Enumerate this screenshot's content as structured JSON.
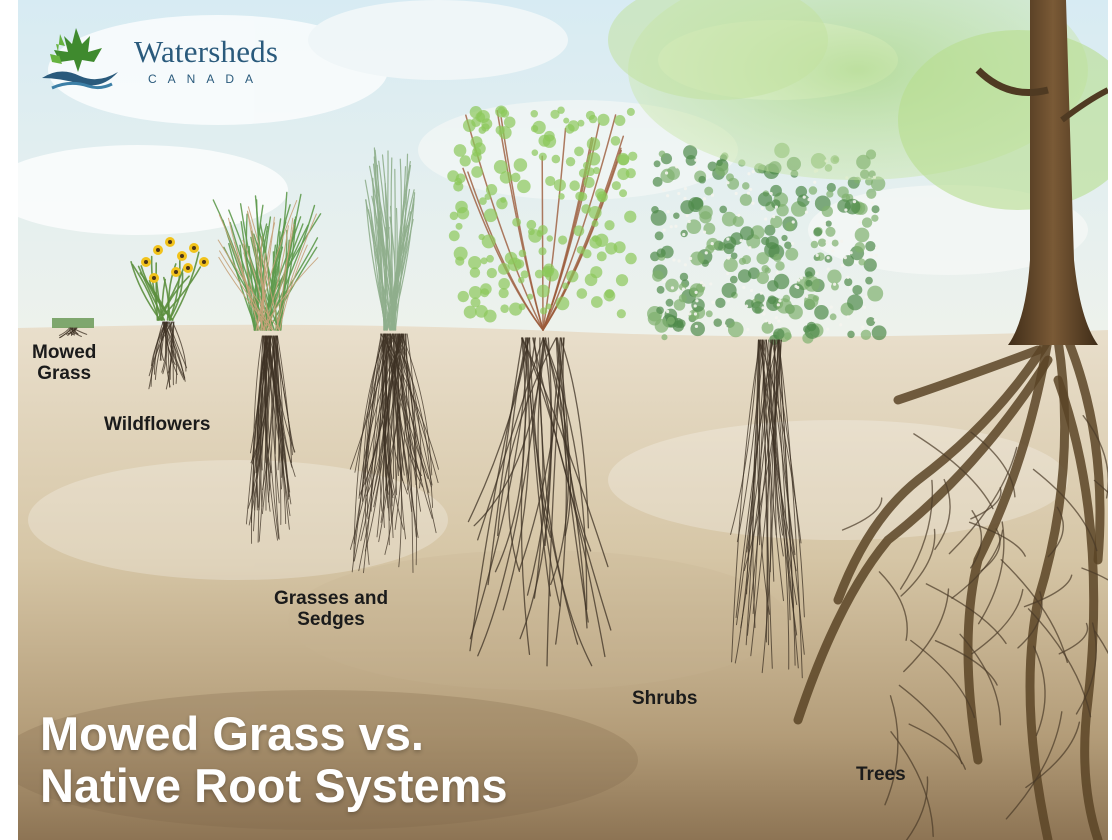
{
  "logo": {
    "name": "Watersheds",
    "subtitle": "CANADA",
    "colors": {
      "leaf_green": "#3f8a2e",
      "water_blue": "#2a5a7c"
    }
  },
  "plants": [
    {
      "id": "mowed-grass",
      "label": "Mowed Grass"
    },
    {
      "id": "wildflowers",
      "label": "Wildflowers"
    },
    {
      "id": "grasses-sedges",
      "label": "Grasses and Sedges"
    },
    {
      "id": "shrubs",
      "label": "Shrubs"
    },
    {
      "id": "trees",
      "label": "Trees"
    }
  ],
  "labels": {
    "mowed_line1": "Mowed",
    "mowed_line2": "Grass",
    "wildflowers": "Wildflowers",
    "grasses_line1": "Grasses and",
    "grasses_line2": "Sedges",
    "shrubs": "Shrubs",
    "trees": "Trees"
  },
  "title": {
    "line1": "Mowed Grass vs.",
    "line2": "Native Root Systems"
  },
  "colors": {
    "sky_top": "#d9ecf4",
    "sky_bottom": "#eef3ef",
    "soil_top": "#e5d9c5",
    "soil_bottom": "#9c8463",
    "root": "#3e3124",
    "tree_root": "#5b4426",
    "grass_green": "#5e9a4c",
    "shrub_green": "#8cc85a",
    "flower_yellow": "#f1c21b",
    "title_text": "#ffffff",
    "label_text": "#1b1b1b"
  }
}
